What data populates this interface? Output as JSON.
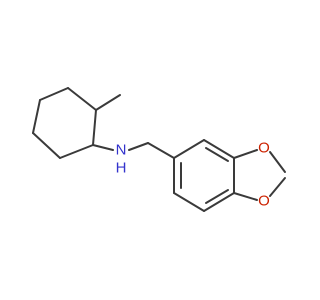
{
  "molecule": {
    "atoms": {
      "nitrogen": {
        "label": "N",
        "hydrogen": "H"
      },
      "oxygen_top": {
        "label": "O"
      },
      "oxygen_bottom": {
        "label": "O"
      }
    }
  },
  "colors": {
    "bond": "#3a3a3a",
    "nitrogen": "#3333cc",
    "oxygen": "#cc2200",
    "background": "#ffffff"
  }
}
